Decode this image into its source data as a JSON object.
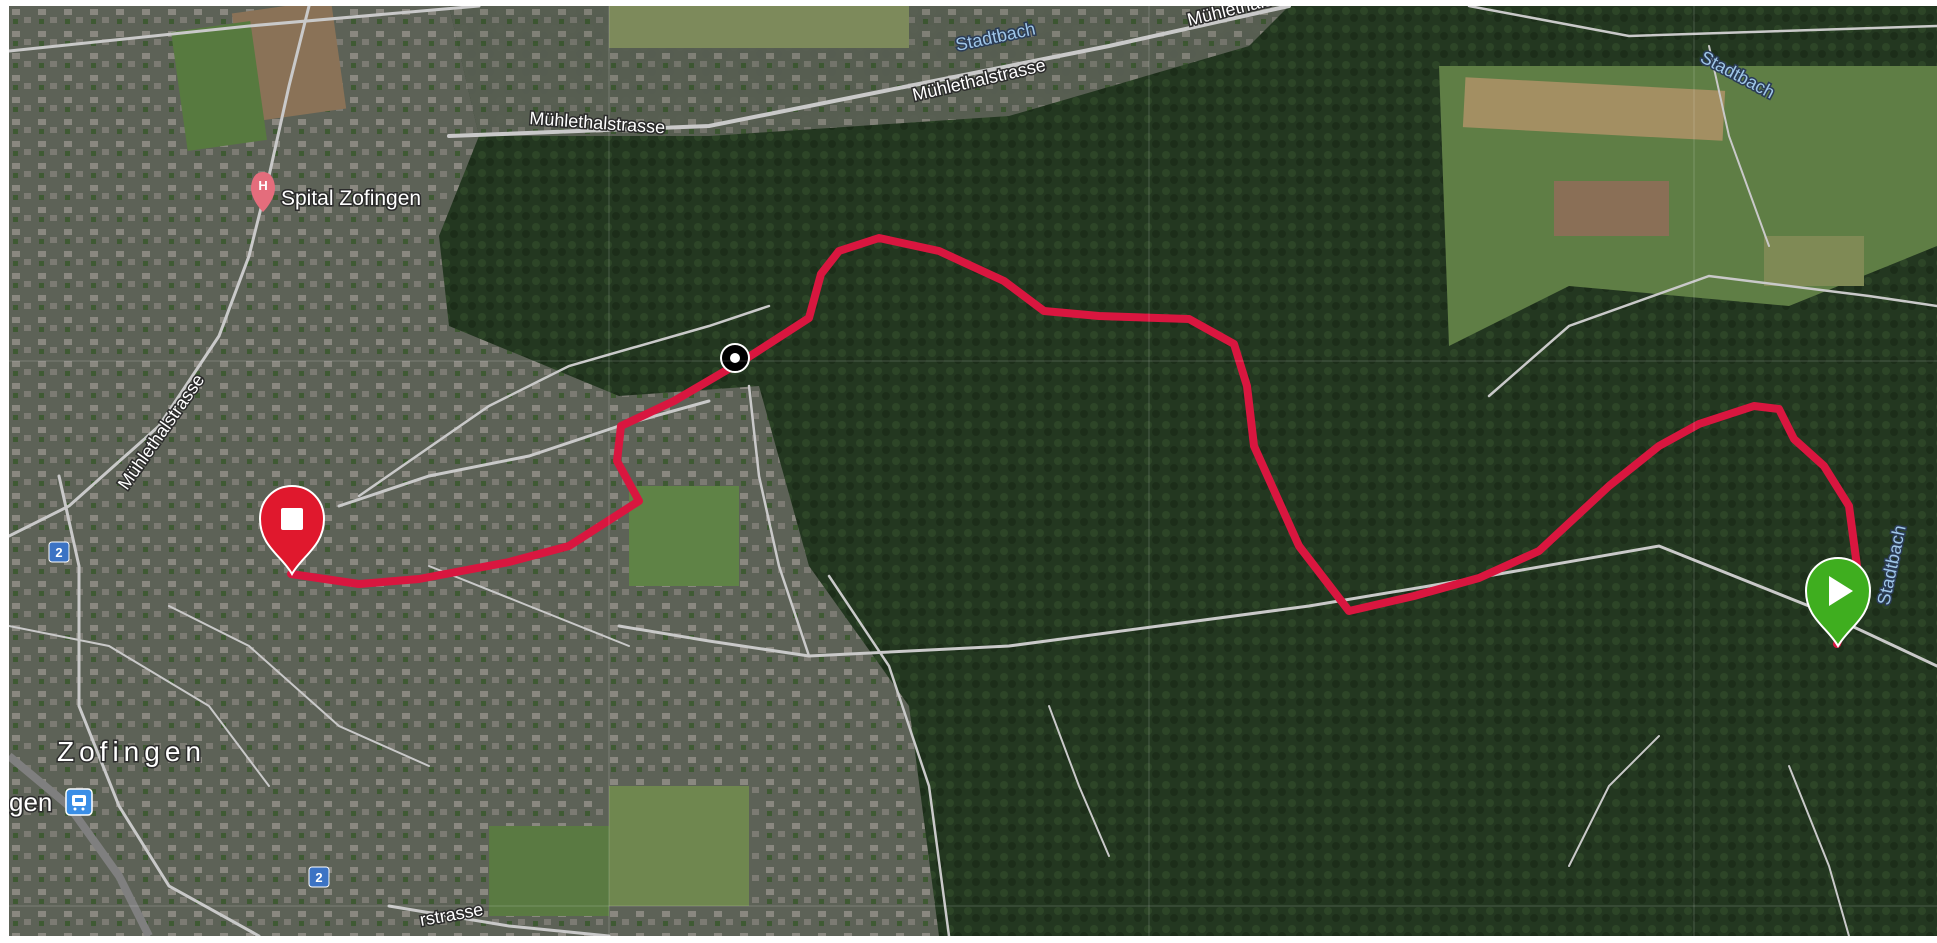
{
  "map": {
    "labels": {
      "muehlethalstrasse_1": "Mühlethalstrasse",
      "muehlethalstrasse_2": "Mühlethalstrasse",
      "muehlethalstrasse_3": "Mühlethalstrasse",
      "muehlethalstrasse_4": "Mühlethalstrasse",
      "stadtbach_1": "Stadtbach",
      "stadtbach_2": "Stadtbach",
      "stadtbach_3": "Stadtbach",
      "spital": "Spital Zofingen",
      "town": "Zofingen",
      "station_partial": "gen",
      "strasse_partial": "rstrasse",
      "road_badge_1": "2",
      "road_badge_2": "2",
      "hospital_glyph": "H"
    },
    "colors": {
      "route": "#d9163f",
      "start_marker": "#3fae1f",
      "end_marker": "#e0182d",
      "waypoint": "#000000",
      "forest": "#243820",
      "town": "#5a5f55",
      "field": "#6f8f4e",
      "road": "#bdbdbd",
      "water_label": "#9fc6e8"
    },
    "icons": {
      "start": "play-icon",
      "end": "stop-icon",
      "waypoint": "waypoint-icon",
      "hospital": "hospital-icon",
      "station": "train-station-icon"
    }
  }
}
